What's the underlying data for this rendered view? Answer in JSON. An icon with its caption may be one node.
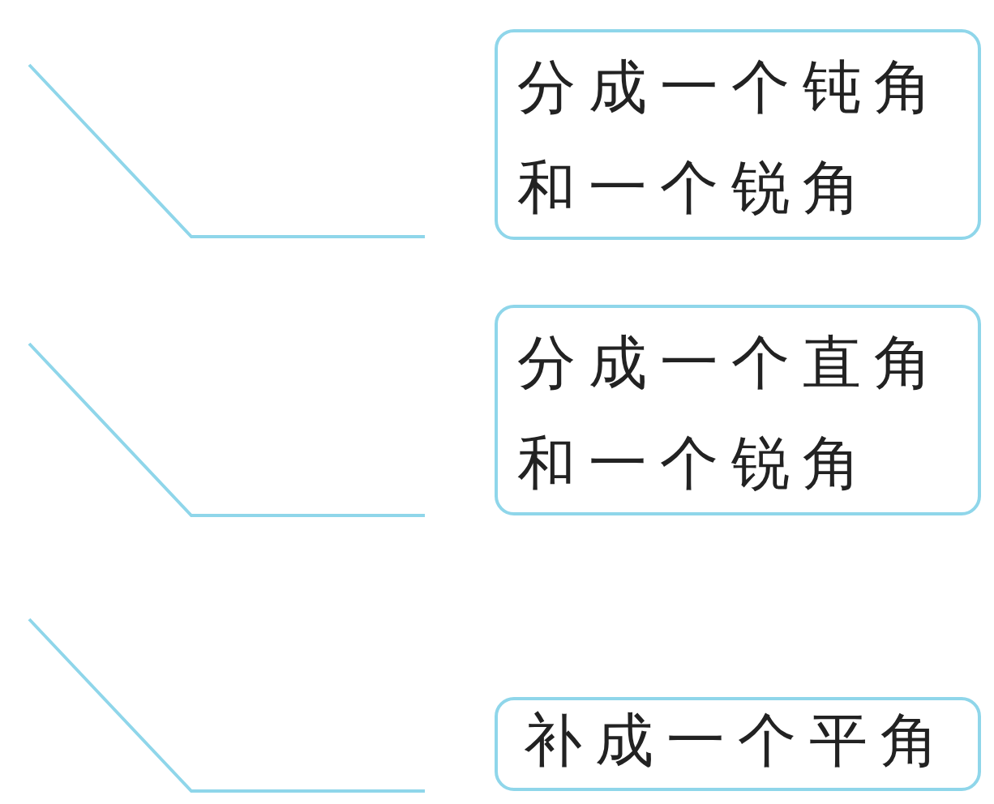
{
  "diagram": {
    "nodes": [
      {
        "text": [
          "分成一个钝角和一个锐角"
        ]
      },
      {
        "text": [
          "分成一个直角和一个锐角"
        ]
      },
      {
        "text": [
          "补成一个平角"
        ]
      }
    ]
  }
}
